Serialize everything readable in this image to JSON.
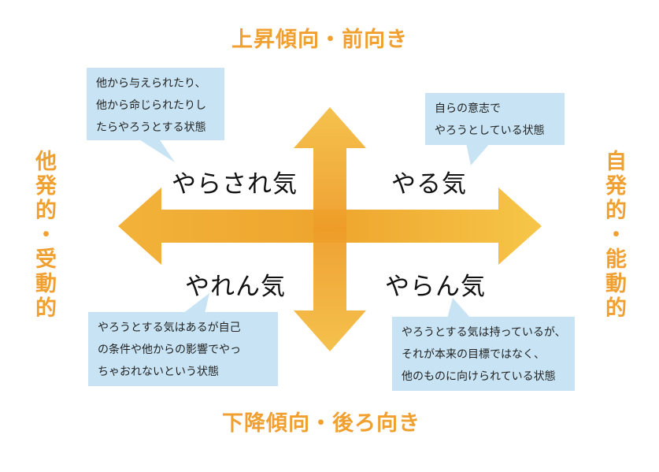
{
  "axes": {
    "top": "上昇傾向・前向き",
    "bottom": "下降傾向・後ろ向き",
    "left": "他発的・受動的",
    "right": "自発的・能動的"
  },
  "quadrants": {
    "top_left": "やらされ気",
    "top_right": "やる気",
    "bottom_left": "やれん気",
    "bottom_right": "やらん気"
  },
  "bubbles": {
    "top_left": [
      "他から与えられたり、",
      "他から命じられたりし",
      "たらやろうとする状態"
    ],
    "top_right": [
      "自らの意志で",
      "やろうとしている状態"
    ],
    "bottom_left": [
      "やろうとする気はあるが自己",
      "の条件や他からの影響でやっ",
      "ちゃおれないという状態"
    ],
    "bottom_right": [
      "やろうとする気は持っているが、",
      "それが本来の目標ではなく、",
      "他のものに向けられている状態"
    ]
  },
  "colors": {
    "axis_text": "#F0A030",
    "bubble_bg": "#C8E4F4",
    "arrow_light": "#F4C048",
    "arrow_dark": "#EE9F2A"
  }
}
